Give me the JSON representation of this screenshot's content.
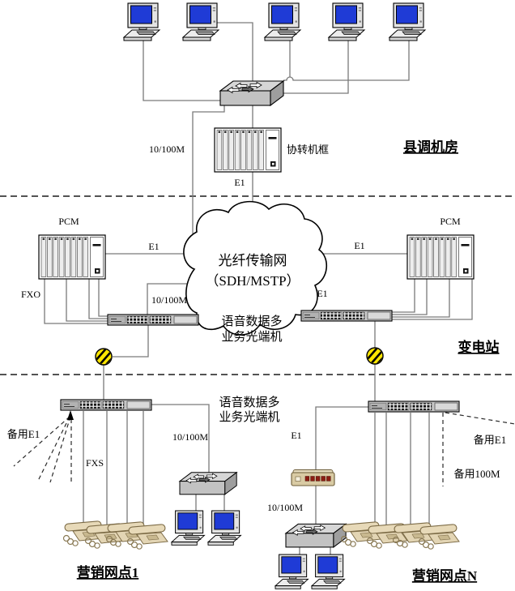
{
  "regions": {
    "county_room_label": "县调机房",
    "substation_label": "变电站",
    "outlet1_label": "营销网点1",
    "outletN_label": "营销网点N"
  },
  "cloud": {
    "line1": "光纤传输网",
    "line2": "（SDH/MSTP）"
  },
  "top": {
    "uplink_label": "10/100M",
    "e1_label": "E1",
    "converter_label": "协转机框"
  },
  "mid_left": {
    "pcm_label": "PCM",
    "e1_label": "E1",
    "fxo_label": "FXO",
    "ethernet_label": "10/100M"
  },
  "mid_right": {
    "pcm_label": "PCM",
    "e1_label": "E1",
    "e1_drop_label": "E1"
  },
  "optical_terminal_mid_label": {
    "line1": "语音数据多",
    "line2": "业务光端机"
  },
  "optical_terminal_low_label": {
    "line1": "语音数据多",
    "line2": "业务光端机"
  },
  "outlet1": {
    "backup_e1_label": "备用E1",
    "fxs_label": "FXS",
    "ethernet_label": "10/100M"
  },
  "outletN": {
    "e1_label": "E1",
    "ethernet_label": "10/100M",
    "backup_e1_label": "备用E1",
    "backup_100m_label": "备用100M"
  },
  "colors": {
    "pc_screen": "#1f3bd6",
    "fiber_connector": "#ffe600",
    "modem_body": "#d9cba4",
    "modem_port": "#8b1d12",
    "phone_body": "#e7d9b8",
    "line_gray": "#7a7a7a"
  }
}
